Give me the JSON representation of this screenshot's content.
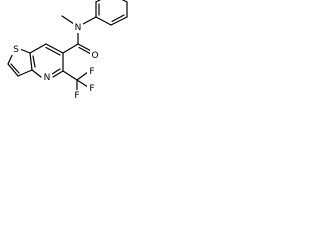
{
  "molecule": {
    "atoms": {
      "sulfur": "S",
      "ring_nitrogen": "N",
      "amide_nitrogen": "N",
      "carbonyl_oxygen": "O",
      "fluorine_1": "F",
      "fluorine_2": "F",
      "fluorine_3": "F"
    },
    "rings": [
      "thiophene",
      "pyridine",
      "phenyl"
    ],
    "bond_color": "#000000",
    "label_color": "#000000",
    "background_color": "#ffffff"
  }
}
